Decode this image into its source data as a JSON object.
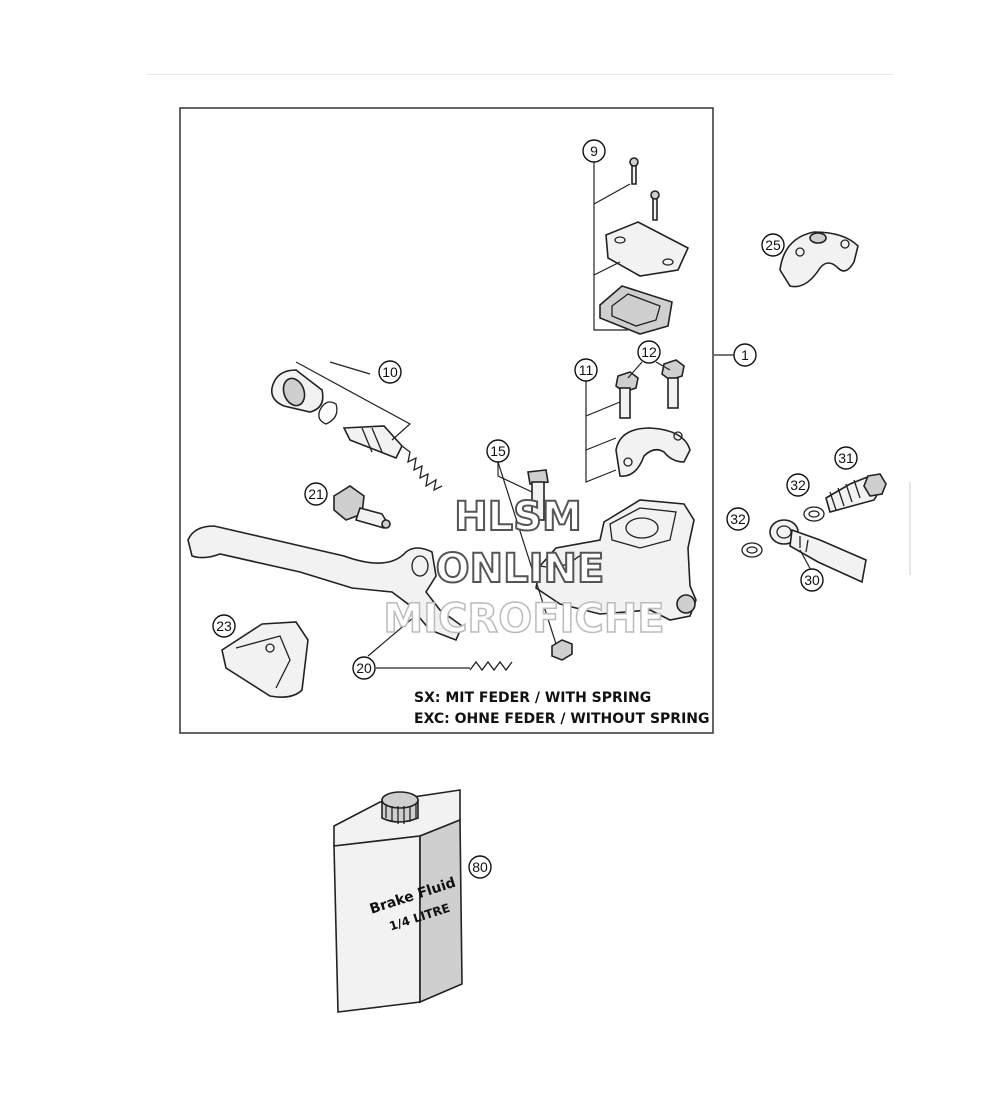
{
  "callouts": {
    "c1": "1",
    "c9": "9",
    "c10": "10",
    "c11": "11",
    "c12": "12",
    "c15": "15",
    "c20": "20",
    "c21": "21",
    "c23": "23",
    "c25": "25",
    "c30": "30",
    "c31": "31",
    "c32a": "32",
    "c32b": "32",
    "c80": "80"
  },
  "notes": {
    "sx": "SX:    MIT FEDER / WITH SPRING",
    "exc": "EXC: OHNE FEDER / WITHOUT SPRING"
  },
  "watermark": {
    "line1": "HLSM",
    "line2": "ONLINE",
    "line3": "MICROFICHE"
  },
  "bottle": {
    "line1": "Brake Fluid",
    "line2": "1/4 LITRE"
  }
}
